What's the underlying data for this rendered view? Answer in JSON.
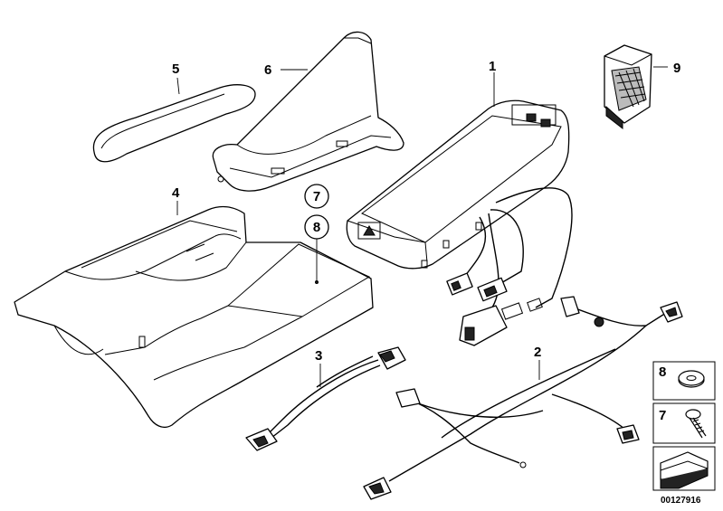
{
  "callouts": {
    "c1": "1",
    "c2": "2",
    "c3": "3",
    "c4": "4",
    "c5": "5",
    "c6": "6",
    "c9": "9",
    "circled7": "7",
    "circled8": "8"
  },
  "legend": {
    "item8": "8",
    "item7": "7"
  },
  "reference_number": "00127916"
}
